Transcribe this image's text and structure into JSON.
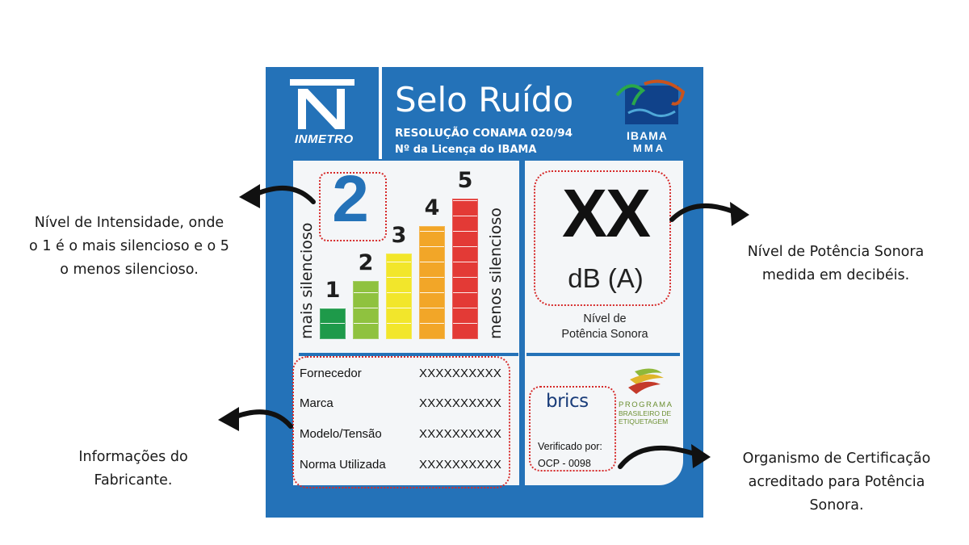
{
  "label": {
    "inmetro_text": "INMETRO",
    "title": "Selo Ruído",
    "resolution": "RESOLUÇÃO CONAMA 020/94",
    "license": "Nº da Licença do IBAMA",
    "ibama_text": "IBAMA",
    "mma_text": "MMA",
    "level_value": "2",
    "scale_left": "mais silencioso",
    "scale_right": "menos silencioso",
    "bar_labels": [
      "1",
      "2",
      "3",
      "4",
      "5"
    ],
    "bar_colors": [
      "#1e9a4a",
      "#8fc23f",
      "#f2e62b",
      "#f2a628",
      "#e33a36"
    ],
    "power_value": "XX",
    "power_unit": "dB (A)",
    "power_caption_1": "Nível de",
    "power_caption_2": "Potência Sonora",
    "info_rows": [
      {
        "label": "Fornecedor",
        "value": "XXXXXXXXXX"
      },
      {
        "label": "Marca",
        "value": "XXXXXXXXXX"
      },
      {
        "label": "Modelo/Tensão",
        "value": "XXXXXXXXXX"
      },
      {
        "label": "Norma Utilizada",
        "value": "XXXXXXXXXX"
      }
    ],
    "brics_text": "brics",
    "verified_1": "Verificado por:",
    "verified_2": "OCP - 0098",
    "pbe_1": "PROGRAMA",
    "pbe_2": "BRASILEIRO DE",
    "pbe_3": "ETIQUETAGEM"
  },
  "annotations": {
    "level_1": "Nível de Intensidade, onde",
    "level_2": "o 1 é o mais silencioso e o 5",
    "level_3": "o menos silencioso.",
    "power_1": "Nível de Potência Sonora",
    "power_2": "medida em decibéis.",
    "maker_1": "Informações do",
    "maker_2": "Fabricante.",
    "cert_1": "Organismo de Certificação",
    "cert_2": "acreditado para Potência",
    "cert_3": "Sonora."
  }
}
